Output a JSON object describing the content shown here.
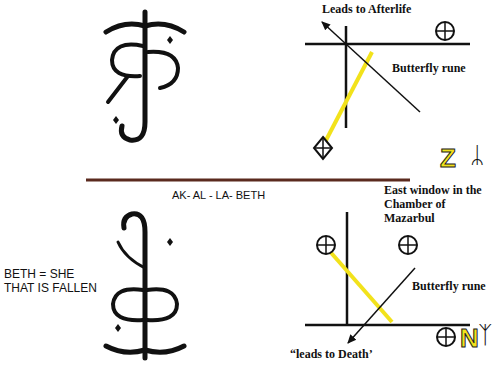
{
  "diagram": {
    "labels": [
      "Leads to Afterlife",
      "Butterfly rune",
      "Z",
      "ᛦ",
      "AK- AL - LA- BETH",
      "BETH = SHE THAT IS FALLEN",
      "East window in the Chamber of Mazarbul",
      "Butterfly rune",
      "“leads to Death’",
      "N",
      "ᛉ"
    ]
  }
}
